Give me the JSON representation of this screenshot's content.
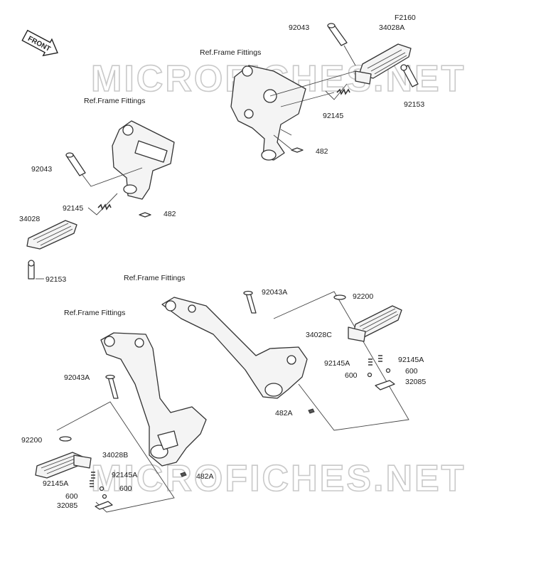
{
  "diagram_code": "F2160",
  "front_badge": "FRONT",
  "watermark": "MICROFICHES.NET",
  "ref_frame": "Ref.Frame Fittings",
  "labels": {
    "p92043": "92043",
    "p34028a": "34028A",
    "p92153": "92153",
    "p92145": "92145",
    "p482": "482",
    "p34028": "34028",
    "p92043a": "92043A",
    "p92200": "92200",
    "p34028c": "34028C",
    "p92145a": "92145A",
    "p600": "600",
    "p32085": "32085",
    "p482a": "482A",
    "p34028b": "34028B"
  }
}
